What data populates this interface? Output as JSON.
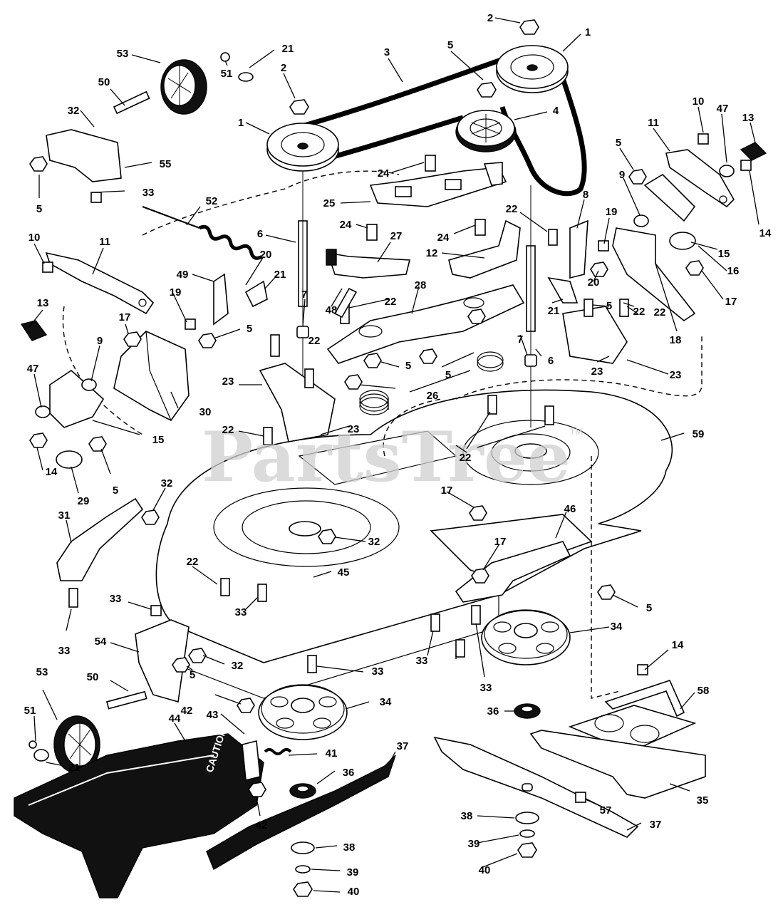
{
  "watermark": {
    "text": "PartsTree",
    "tm": "TM"
  },
  "decal": {
    "text": "CAUTION"
  },
  "callouts": [
    {
      "id": "c1",
      "label": "2"
    },
    {
      "id": "c2",
      "label": "1"
    },
    {
      "id": "c3",
      "label": "53"
    },
    {
      "id": "c4",
      "label": "21"
    },
    {
      "id": "c5",
      "label": "3"
    },
    {
      "id": "c6",
      "label": "5"
    },
    {
      "id": "c7",
      "label": "50"
    },
    {
      "id": "c8",
      "label": "2"
    },
    {
      "id": "c9",
      "label": "51"
    },
    {
      "id": "c10",
      "label": "4"
    },
    {
      "id": "c11",
      "label": "32"
    },
    {
      "id": "c12",
      "label": "1"
    },
    {
      "id": "c13",
      "label": "10"
    },
    {
      "id": "c14",
      "label": "47"
    },
    {
      "id": "c15",
      "label": "13"
    },
    {
      "id": "c16",
      "label": "11"
    },
    {
      "id": "c17",
      "label": "5"
    },
    {
      "id": "c18",
      "label": "55"
    },
    {
      "id": "c19",
      "label": "24"
    },
    {
      "id": "c20",
      "label": "5"
    },
    {
      "id": "c21",
      "label": "33"
    },
    {
      "id": "c22",
      "label": "25"
    },
    {
      "id": "c23",
      "label": "52"
    },
    {
      "id": "c24",
      "label": "8"
    },
    {
      "id": "c25",
      "label": "9"
    },
    {
      "id": "c26",
      "label": "22"
    },
    {
      "id": "c27",
      "label": "19"
    },
    {
      "id": "c28",
      "label": "14"
    },
    {
      "id": "c29",
      "label": "24"
    },
    {
      "id": "c30",
      "label": "24"
    },
    {
      "id": "c31",
      "label": "6"
    },
    {
      "id": "c32",
      "label": "27"
    },
    {
      "id": "c33",
      "label": "10"
    },
    {
      "id": "c34",
      "label": "11"
    },
    {
      "id": "c35",
      "label": "15"
    },
    {
      "id": "c36",
      "label": "12"
    },
    {
      "id": "c37",
      "label": "16"
    },
    {
      "id": "c38",
      "label": "20"
    },
    {
      "id": "c39",
      "label": "49"
    },
    {
      "id": "c40",
      "label": "21"
    },
    {
      "id": "c41",
      "label": "17"
    },
    {
      "id": "c42",
      "label": "20"
    },
    {
      "id": "c43",
      "label": "13"
    },
    {
      "id": "c44",
      "label": "19"
    },
    {
      "id": "c45",
      "label": "7"
    },
    {
      "id": "c46",
      "label": "48"
    },
    {
      "id": "c47",
      "label": "28"
    },
    {
      "id": "c48",
      "label": "22"
    },
    {
      "id": "c49",
      "label": "5"
    },
    {
      "id": "c50",
      "label": "22"
    },
    {
      "id": "c51",
      "label": "21"
    },
    {
      "id": "c52",
      "label": "17"
    },
    {
      "id": "c53",
      "label": "5"
    },
    {
      "id": "c54",
      "label": "22"
    },
    {
      "id": "c55",
      "label": "22"
    },
    {
      "id": "c56",
      "label": "7"
    },
    {
      "id": "c57",
      "label": "9"
    },
    {
      "id": "c58",
      "label": "18"
    },
    {
      "id": "c59",
      "label": "6"
    },
    {
      "id": "c60",
      "label": "23"
    },
    {
      "id": "c61",
      "label": "5"
    },
    {
      "id": "c62",
      "label": "23"
    },
    {
      "id": "c63",
      "label": "47"
    },
    {
      "id": "c64",
      "label": "23"
    },
    {
      "id": "c65",
      "label": "5"
    },
    {
      "id": "c66",
      "label": "26"
    },
    {
      "id": "c67",
      "label": "30"
    },
    {
      "id": "c68",
      "label": "15"
    },
    {
      "id": "c69",
      "label": "22"
    },
    {
      "id": "c70",
      "label": "23"
    },
    {
      "id": "c71",
      "label": "59"
    },
    {
      "id": "c72",
      "label": "22"
    },
    {
      "id": "c73",
      "label": "14"
    },
    {
      "id": "c74",
      "label": "5"
    },
    {
      "id": "c75",
      "label": "29"
    },
    {
      "id": "c76",
      "label": "32"
    },
    {
      "id": "c77",
      "label": "17"
    },
    {
      "id": "c78",
      "label": "46"
    },
    {
      "id": "c79",
      "label": "31"
    },
    {
      "id": "c80",
      "label": "32"
    },
    {
      "id": "c81",
      "label": "17"
    },
    {
      "id": "c82",
      "label": "22"
    },
    {
      "id": "c83",
      "label": "45"
    },
    {
      "id": "c84",
      "label": "33"
    },
    {
      "id": "c85",
      "label": "5"
    },
    {
      "id": "c86",
      "label": "33"
    },
    {
      "id": "c87",
      "label": "34"
    },
    {
      "id": "c88",
      "label": "33"
    },
    {
      "id": "c89",
      "label": "54"
    },
    {
      "id": "c90",
      "label": "33"
    },
    {
      "id": "c91",
      "label": "32"
    },
    {
      "id": "c92",
      "label": "33"
    },
    {
      "id": "c93",
      "label": "5"
    },
    {
      "id": "c94",
      "label": "14"
    },
    {
      "id": "c95",
      "label": "53"
    },
    {
      "id": "c96",
      "label": "50"
    },
    {
      "id": "c97",
      "label": "33"
    },
    {
      "id": "c98",
      "label": "58"
    },
    {
      "id": "c99",
      "label": "42"
    },
    {
      "id": "c100",
      "label": "34"
    },
    {
      "id": "c101",
      "label": "36"
    },
    {
      "id": "c102",
      "label": "43"
    },
    {
      "id": "c103",
      "label": "44"
    },
    {
      "id": "c104",
      "label": "51"
    },
    {
      "id": "c105",
      "label": "37"
    },
    {
      "id": "c106",
      "label": "41"
    },
    {
      "id": "c107",
      "label": "21"
    },
    {
      "id": "c108",
      "label": "36"
    },
    {
      "id": "c109",
      "label": "57"
    },
    {
      "id": "c110",
      "label": "35"
    },
    {
      "id": "c111",
      "label": "42"
    },
    {
      "id": "c112",
      "label": "38"
    },
    {
      "id": "c113",
      "label": "37"
    },
    {
      "id": "c114",
      "label": "38"
    },
    {
      "id": "c115",
      "label": "39"
    },
    {
      "id": "c116",
      "label": "39"
    },
    {
      "id": "c117",
      "label": "40"
    },
    {
      "id": "c118",
      "label": "40"
    }
  ]
}
